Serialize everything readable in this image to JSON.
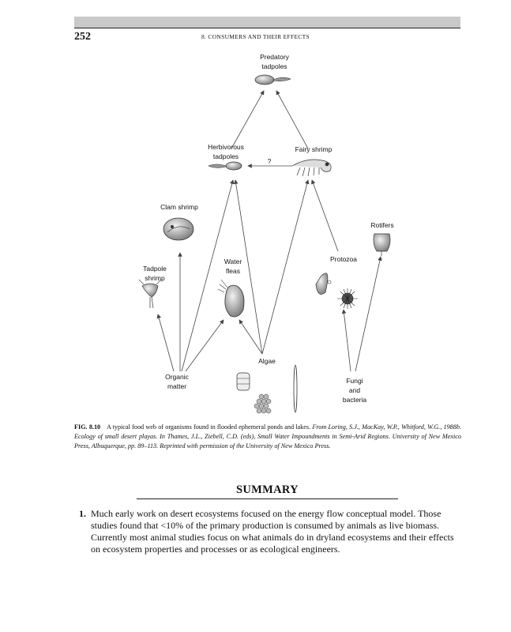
{
  "header": {
    "page_number": "252",
    "running_head": "8. CONSUMERS AND THEIR EFFECTS"
  },
  "figure": {
    "labels": {
      "predatory_tadpoles": "Predatory\ntadpoles",
      "herbivorous_tadpoles": "Herbivorous\ntadpoles",
      "fairy_shrimp": "Fairy shrimp",
      "question_mark": "?",
      "clam_shrimp": "Clam shrimp",
      "rotifers": "Rotifers",
      "protozoa": "Protozoa",
      "water_fleas": "Water\nfleas",
      "tadpole_shrimp": "Tadpole\nshrimp",
      "algae": "Algae",
      "organic_matter": "Organic\nmatter",
      "fungi_bacteria": "Fungi\nand\nbacteria"
    }
  },
  "caption": {
    "figure_number": "FIG. 8.10",
    "text": "A typical food web of organisms found in flooded ephemeral ponds and lakes.",
    "citation": "From Loring, S.J., MacKay, W.P., Whitford, W.G., 1988b. Ecology of small desert playas. In Thames, J.L., Ziebell, C.D. (eds), Small Water Impoundments in Semi-Arid Regions. University of New Mexico Press, Albuquerque, pp. 89–113. Reprinted with permission of the University of New Mexico Press."
  },
  "summary": {
    "title": "SUMMARY",
    "items": [
      {
        "number": "1.",
        "text": "Much early work on desert ecosystems focused on the energy flow conceptual model. Those studies found that <10% of the primary production is consumed by animals as live biomass. Currently most animal studies focus on what animals do in dryland ecosystems and their effects on ecosystem properties and processes or as ecological engineers."
      }
    ]
  }
}
